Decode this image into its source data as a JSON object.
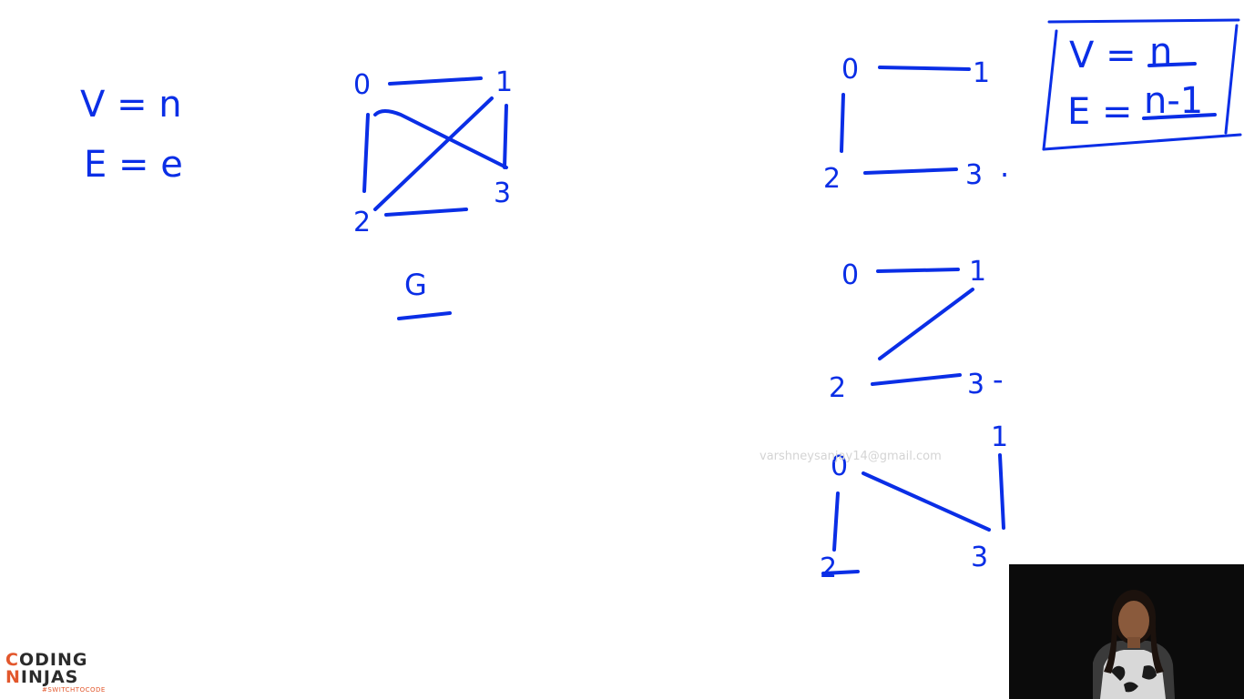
{
  "formulas_left": {
    "v_eq": "V = n",
    "e_eq": "E = e"
  },
  "graph_g": {
    "label": "G",
    "nodes": [
      "0",
      "1",
      "2",
      "3"
    ]
  },
  "boxed_formulas": {
    "v_label": "V =",
    "v_value": "n",
    "e_label": "E =",
    "e_value": "n-1"
  },
  "spanning_tree_1": {
    "nodes": [
      "0",
      "1",
      "2",
      "3"
    ],
    "trailing_mark": "."
  },
  "spanning_tree_2": {
    "nodes": [
      "0",
      "1",
      "2",
      "3"
    ],
    "trailing_mark": "-"
  },
  "spanning_tree_3": {
    "nodes": [
      "0",
      "1",
      "2",
      "3"
    ]
  },
  "watermark": "varshneysanjay14@gmail.com",
  "logo": {
    "line1_accent": "C",
    "line1_rest": "ODING",
    "line2_accent": "N",
    "line2_rest": "INJAS",
    "tagline": "#SWITCHTOCODE"
  },
  "colors": {
    "ink": "#0a2ee6",
    "logo_accent": "#e2572c",
    "background": "#ffffff"
  }
}
